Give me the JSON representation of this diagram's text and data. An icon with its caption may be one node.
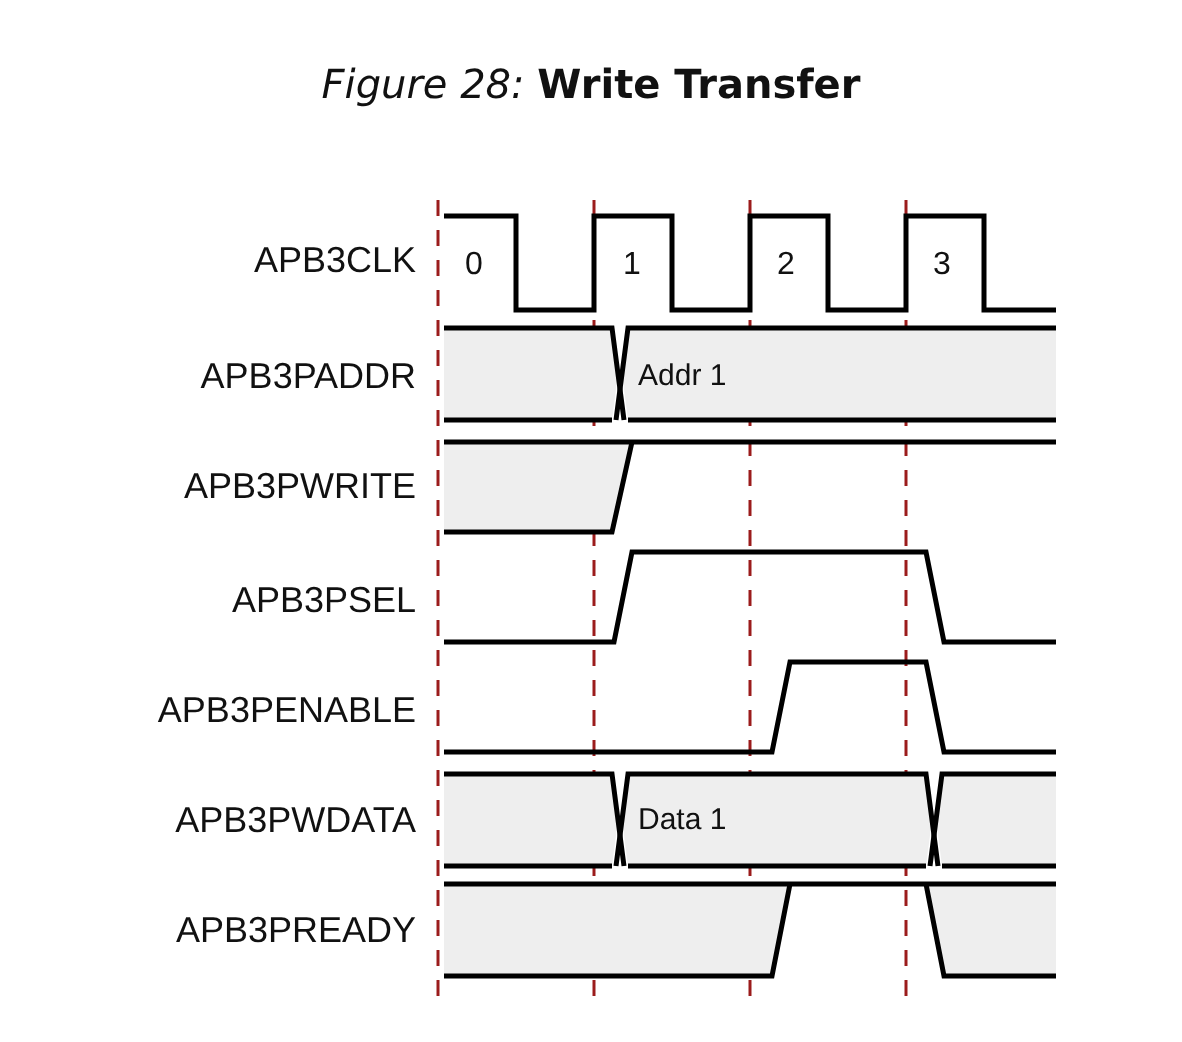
{
  "diagram": {
    "title": "*Figure 28:* **Write Transfer**",
    "labels": [
      "APB3CLK",
      "0",
      "1",
      "2",
      "3",
      "APB3PADDR",
      "Addr 1",
      "APB3PWRITE",
      "APB3PSEL",
      "APB3PENABLE",
      "APB3PWDATA",
      "Data 1",
      "APB3PREADY"
    ]
  }
}
